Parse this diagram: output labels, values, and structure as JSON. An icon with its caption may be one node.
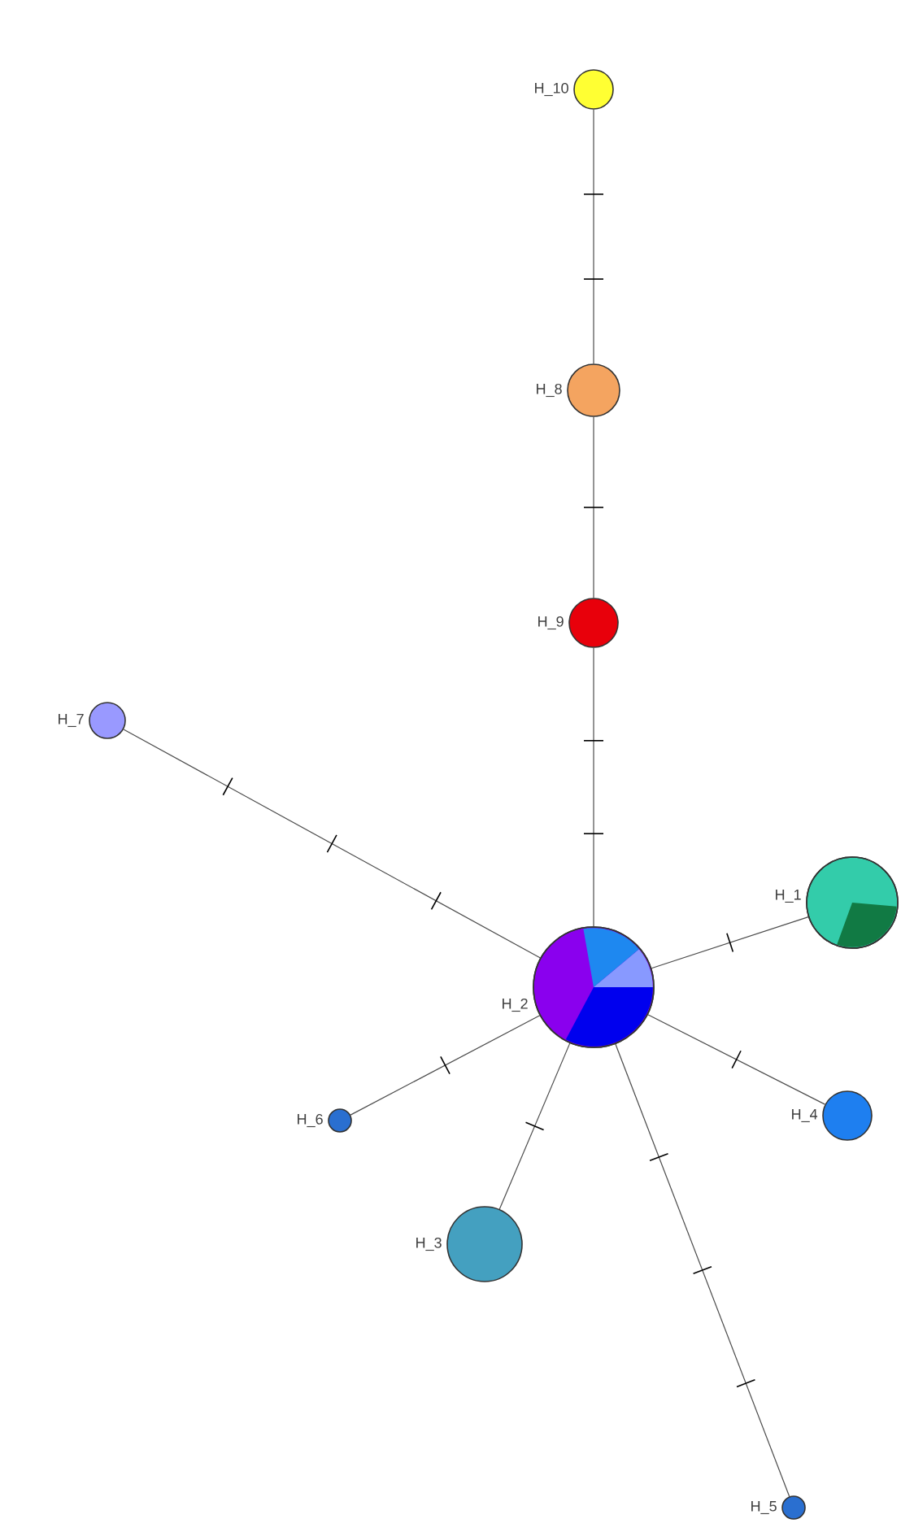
{
  "diagram": {
    "nodes": [
      {
        "text": [
          "H_10"
        ]
      },
      {
        "text": [
          "H_8"
        ]
      },
      {
        "text": [
          "H_9"
        ]
      },
      {
        "text": [
          "H_7"
        ]
      },
      {
        "text": [
          "H_1"
        ]
      },
      {
        "text": [
          "H_2"
        ]
      },
      {
        "text": [
          "H_4"
        ]
      },
      {
        "text": [
          "H_6"
        ]
      },
      {
        "text": [
          "H_3"
        ]
      },
      {
        "text": [
          "H_5"
        ]
      }
    ],
    "edges": [
      {
        "from": 0,
        "to": 1,
        "arrow": "none"
      },
      {
        "from": 1,
        "to": 2,
        "arrow": "none"
      },
      {
        "from": 2,
        "to": 5,
        "arrow": "none"
      },
      {
        "from": 3,
        "to": 5,
        "arrow": "none"
      },
      {
        "from": 4,
        "to": 5,
        "arrow": "none"
      },
      {
        "from": 6,
        "to": 5,
        "arrow": "none"
      },
      {
        "from": 7,
        "to": 5,
        "arrow": "none"
      },
      {
        "from": 8,
        "to": 5,
        "arrow": "none"
      },
      {
        "from": 9,
        "to": 5,
        "arrow": "none"
      }
    ]
  }
}
